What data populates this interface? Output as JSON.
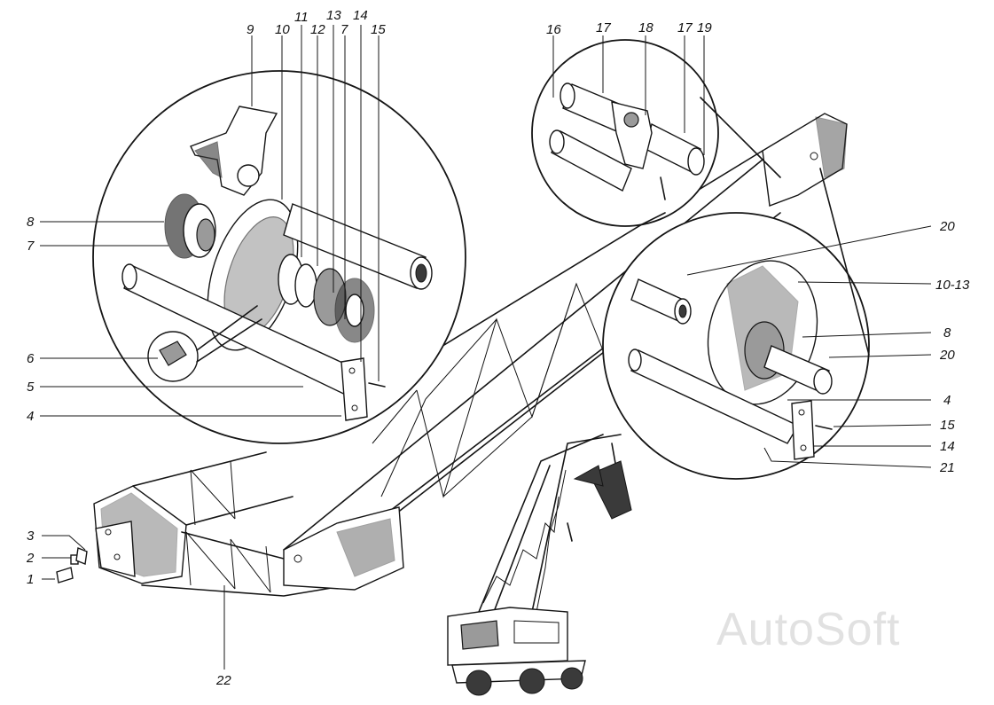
{
  "watermark": "AutoSoft",
  "callouts": {
    "c1": "1",
    "c2": "2",
    "c3": "3",
    "c4a": "4",
    "c5": "5",
    "c6": "6",
    "c7a": "7",
    "c8a": "8",
    "c9": "9",
    "c10": "10",
    "c11": "11",
    "c12": "12",
    "c13": "13",
    "c14a": "14",
    "c7b": "7",
    "c15a": "15",
    "c16": "16",
    "c17a": "17",
    "c18": "18",
    "c17b": "17",
    "c19": "19",
    "c20a": "20",
    "c1013": "10-13",
    "c8b": "8",
    "c20b": "20",
    "c4b": "4",
    "c15b": "15",
    "c14b": "14",
    "c21": "21",
    "c22": "22"
  },
  "colors": {
    "ink": "#151515",
    "paper": "#ffffff",
    "watermark": "#c8c8c8"
  }
}
